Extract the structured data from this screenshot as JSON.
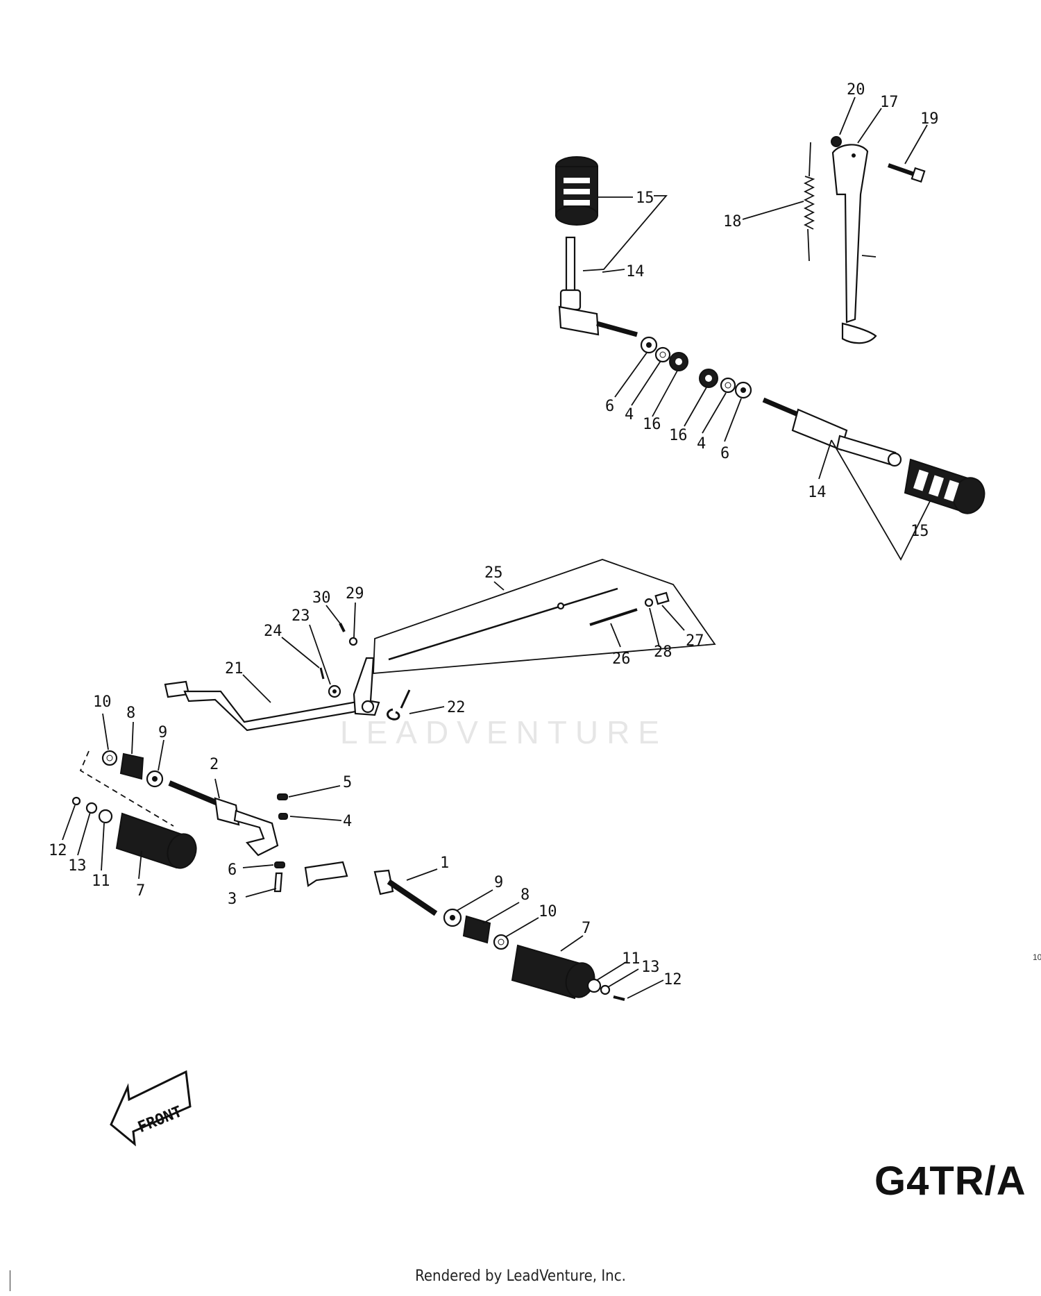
{
  "labels": {
    "p1": "1",
    "p2": "2",
    "p3": "3",
    "p4a": "4",
    "p4b": "4",
    "p4c": "4",
    "p5": "5",
    "p6a": "6",
    "p6b": "6",
    "p6c": "6",
    "p7a": "7",
    "p7b": "7",
    "p8a": "8",
    "p8b": "8",
    "p9a": "9",
    "p9b": "9",
    "p10a": "10",
    "p10b": "10",
    "p11a": "11",
    "p11b": "11",
    "p12a": "12",
    "p12b": "12",
    "p13a": "13",
    "p13b": "13",
    "p14a": "14",
    "p14b": "14",
    "p15a": "15",
    "p15b": "15",
    "p16a": "16",
    "p16b": "16",
    "p17": "17",
    "p18": "18",
    "p19": "19",
    "p20": "20",
    "p21": "21",
    "p22": "22",
    "p23": "23",
    "p24": "24",
    "p25": "25",
    "p26": "26",
    "p27": "27",
    "p28": "28",
    "p29": "29",
    "p30": "30"
  },
  "front_label": "FRONT",
  "model_code": "G4TR/A",
  "watermark": "LEADVENTURE",
  "page_fragment": "10",
  "footer": "Rendered by LeadVenture, Inc."
}
